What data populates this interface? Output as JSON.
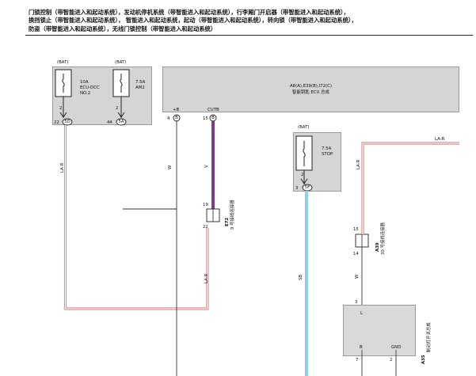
{
  "header": {
    "line1": "门锁控制（带智能进入和起动系统），发动机停机系统（带智能进入和起动系统），行李厢门开启器（带智能进入和起动系统），",
    "line2": "换挡锁止（带智能进入和起动系统），  智能进入和起动系统，起动（带智能进入和起动系统），转向锁（带智能进入和起动系统），",
    "line3": "防盗（带智能进入和起动系统），无线门锁控制（带智能进入和起动系统）"
  },
  "fuse_box_left": {
    "fuse1": {
      "supply": "(BAT)",
      "amp": "10A",
      "name1": "ECU-DCC",
      "name2": "NO.2",
      "pin": "2",
      "conn_num": "22",
      "conn_code": "5D"
    },
    "fuse2": {
      "supply": "(BAT)",
      "amp": "7.5A",
      "name": "AM2",
      "pin": "2",
      "conn_num": "44",
      "conn_code": "5A"
    }
  },
  "ecu": {
    "code": "A8(A),E39(B),I72(C)",
    "name": "智能钥匙 ECU 总成",
    "pin_b_label": "+B",
    "pin_b_num": "4",
    "pin_b_code": "B",
    "pin_cutb_label": "CUTB",
    "pin_cutb_num": "15",
    "pin_cutb_code": "B"
  },
  "wires": {
    "la_r_left": "LA-R",
    "w_mid": "W",
    "v_purple": "V",
    "la_r_lower": "LA-R",
    "la_r_right": "LA-R",
    "la_r_top_right": "LA-R",
    "sb_blue": "SB",
    "w_right": "W"
  },
  "connector_e72": {
    "pin_top": "19",
    "pin_bottom": "22",
    "code": "E72",
    "name": "9 号接线连接器"
  },
  "fuse_stop": {
    "supply": "(BAT)",
    "amp": "7.5A",
    "name": "STOP",
    "pin": "2",
    "conn_num": "3",
    "conn_code": "5F"
  },
  "connector_a39": {
    "pin_top": "15",
    "pin_bottom": "14",
    "code": "A39",
    "name": "30 号接线连接器"
  },
  "switch_a35": {
    "pin_top": "3",
    "label_l": "L",
    "label_b": "B",
    "label_gnd": "GND",
    "pin_b": "7",
    "pin_gnd": "2",
    "code": "A35",
    "name": "制动灯开关总成"
  },
  "colors": {
    "purple_wire": "#7a3c8c",
    "blue_wire": "#8fd0ee",
    "pink_wire": "#d88a8a",
    "box_fill": "#d5d5d5"
  }
}
